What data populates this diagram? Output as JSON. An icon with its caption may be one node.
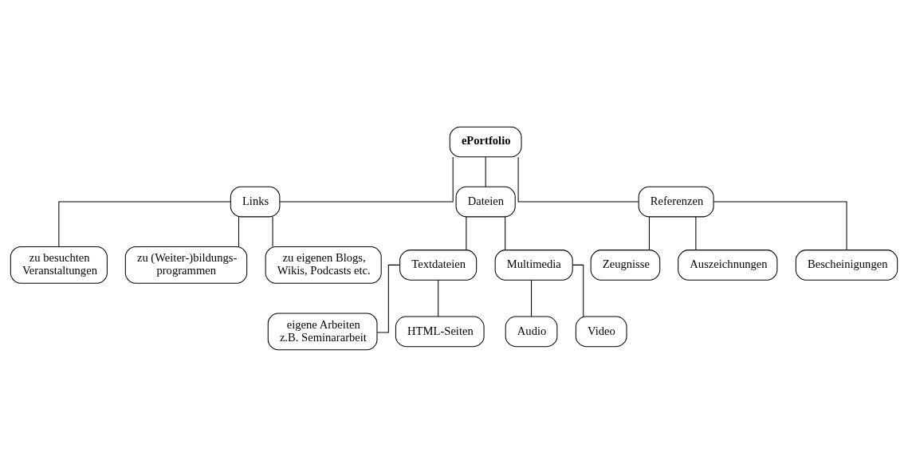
{
  "diagram": {
    "nodes": [
      {
        "text": [
          "ePortfolio"
        ]
      },
      {
        "text": [
          "Links"
        ]
      },
      {
        "text": [
          "Dateien"
        ]
      },
      {
        "text": [
          "Referenzen"
        ]
      },
      {
        "text": [
          "zu besuchten Veranstaltungen"
        ]
      },
      {
        "text": [
          "zu (Weiter-)bildungs- programmen"
        ]
      },
      {
        "text": [
          "zu eigenen Blogs, Wikis, Podcasts etc."
        ]
      },
      {
        "text": [
          "Textdateien"
        ]
      },
      {
        "text": [
          "Multimedia"
        ]
      },
      {
        "text": [
          "eigene Arbeiten z.B. Seminararbeit"
        ]
      },
      {
        "text": [
          "HTML-Seiten"
        ]
      },
      {
        "text": [
          "Audio"
        ]
      },
      {
        "text": [
          "Video"
        ]
      },
      {
        "text": [
          "Zeugnisse"
        ]
      },
      {
        "text": [
          "Auszeichnungen"
        ]
      },
      {
        "text": [
          "Bescheinigungen"
        ]
      }
    ],
    "edges": [
      {
        "from": 0,
        "to": 1,
        "arrow": "none"
      },
      {
        "from": 0,
        "to": 2,
        "arrow": "none"
      },
      {
        "from": 0,
        "to": 3,
        "arrow": "none"
      },
      {
        "from": 1,
        "to": 4,
        "arrow": "none"
      },
      {
        "from": 1,
        "to": 5,
        "arrow": "none"
      },
      {
        "from": 1,
        "to": 6,
        "arrow": "none"
      },
      {
        "from": 2,
        "to": 7,
        "arrow": "none"
      },
      {
        "from": 2,
        "to": 8,
        "arrow": "none"
      },
      {
        "from": 7,
        "to": 9,
        "arrow": "none"
      },
      {
        "from": 7,
        "to": 10,
        "arrow": "none"
      },
      {
        "from": 8,
        "to": 11,
        "arrow": "none"
      },
      {
        "from": 8,
        "to": 12,
        "arrow": "none"
      },
      {
        "from": 3,
        "to": 13,
        "arrow": "none"
      },
      {
        "from": 3,
        "to": 14,
        "arrow": "none"
      },
      {
        "from": 3,
        "to": 15,
        "arrow": "none"
      }
    ]
  }
}
